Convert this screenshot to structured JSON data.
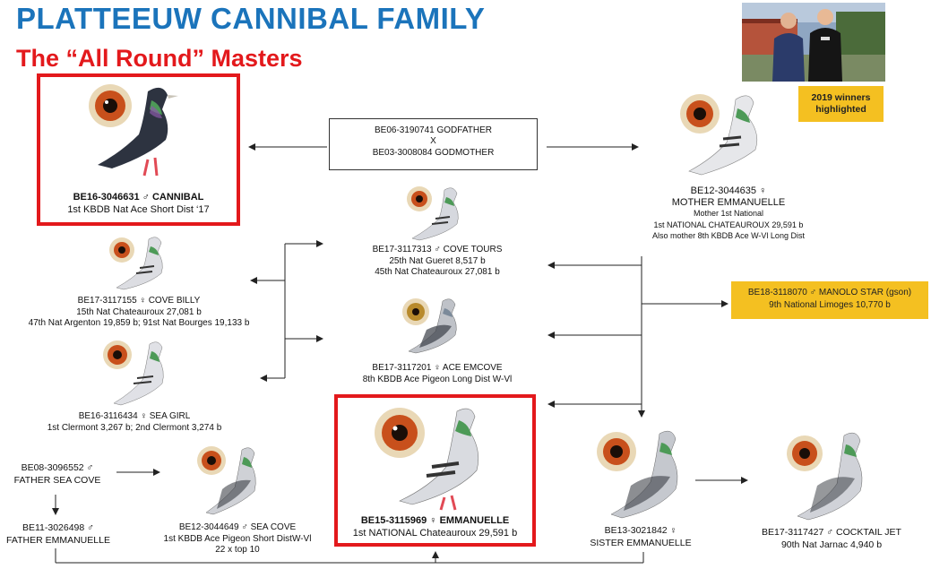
{
  "header": {
    "title": "PLATTEEUW CANNIBAL FAMILY",
    "subtitle": "The “All Round” Masters"
  },
  "badge": {
    "line1": "2019 winners",
    "line2": "highlighted"
  },
  "parents": {
    "line1": "BE06-3190741   GODFATHER",
    "line2": "X",
    "line3": "BE03-3008084   GODMOTHER"
  },
  "birds": {
    "cannibal": {
      "ring": "BE16-3046631 ♂ CANNIBAL",
      "l1": "1st KBDB Nat Ace Short Dist ‘17"
    },
    "mother_emmanuelle": {
      "ring": "BE12-3044635  ♀",
      "l1": "MOTHER EMMANUELLE",
      "l2": "Mother 1st National",
      "l3": "1st NATIONAL CHATEAUROUX 29,591 b",
      "l4": "Also mother 8th KBDB Ace W-Vl Long Dist"
    },
    "cove_tours": {
      "ring": "BE17-3117313 ♂  COVE TOURS",
      "l1": "25th Nat Gueret 8,517 b",
      "l2": "45th Nat Chateauroux 27,081 b"
    },
    "cove_billy": {
      "ring": "BE17-3117155  ♀   COVE BILLY",
      "l1": "15th Nat Chateauroux 27,081 b",
      "l2": "47th Nat Argenton 19,859 b; 91st Nat Bourges 19,133 b"
    },
    "manolo_star": {
      "ring": "BE18-3118070 ♂  MANOLO STAR (gson)",
      "l1": "9th National Limoges 10,770 b"
    },
    "ace_emcove": {
      "ring": "BE17-3117201  ♀  ACE EMCOVE",
      "l1": "8th KBDB Ace Pigeon Long Dist W-Vl"
    },
    "sea_girl": {
      "ring": "BE16-3116434  ♀   SEA GIRL",
      "l1": "1st Clermont 3,267 b; 2nd Clermont 3,274 b"
    },
    "father_sea_cove": {
      "ring": "BE08-3096552  ♂",
      "l1": "FATHER SEA COVE"
    },
    "father_emmanuelle": {
      "ring": "BE11-3026498  ♂",
      "l1": "FATHER EMMANUELLE"
    },
    "sea_cove": {
      "ring": "BE12-3044649  ♂   SEA COVE",
      "l1": "1st KBDB Ace Pigeon Short DistW-Vl",
      "l2": "22 x top 10"
    },
    "emmanuelle": {
      "ring": "BE15-3115969  ♀  EMMANUELLE",
      "l1": "1st NATIONAL Chateauroux 29,591 b"
    },
    "sister_emmanuelle": {
      "ring": "BE13-3021842   ♀",
      "l1": "SISTER EMMANUELLE"
    },
    "cocktail_jet": {
      "ring": "BE17-3117427  ♂  COCKTAIL JET",
      "l1": "90th Nat Jarnac 4,940 b"
    }
  },
  "colors": {
    "title": "#1b74bb",
    "subtitle": "#e3191c",
    "highlight_border": "#e3191c",
    "badge": "#f4c021"
  }
}
